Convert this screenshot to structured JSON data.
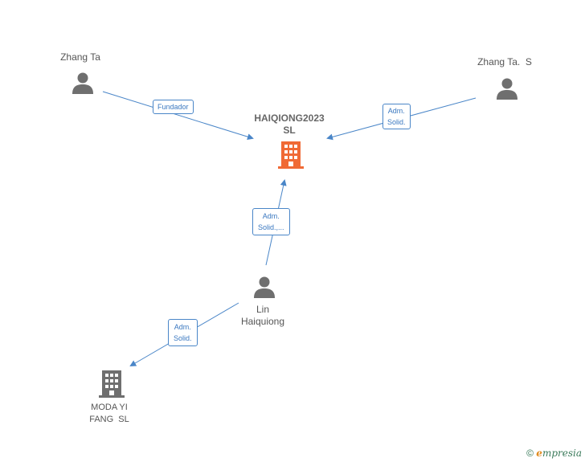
{
  "nodes": {
    "company_main": {
      "line1": "HAIQIONG2023",
      "line2": "SL"
    },
    "person_zhang_ta": {
      "line1": "Zhang Ta"
    },
    "person_zhang_ta_s": {
      "line1": "Zhang Ta.  S"
    },
    "person_lin": {
      "line1": "Lin",
      "line2": "Haiquiong"
    },
    "company_moda": {
      "line1": "MODA YI",
      "line2": "FANG  SL"
    }
  },
  "edges": {
    "zhang_to_main": {
      "line1": "Fundador"
    },
    "zhang_s_to_main": {
      "line1": "Adm.",
      "line2": "Solid."
    },
    "lin_to_main": {
      "line1": "Adm.",
      "line2": "Solid.,..."
    },
    "lin_to_moda": {
      "line1": "Adm.",
      "line2": "Solid."
    }
  },
  "footer": {
    "copyright": "©",
    "brand_e": "e",
    "brand_rest": "mpresia"
  },
  "colors": {
    "edge": "#4a86c8",
    "main_company": "#f06a35",
    "other_company": "#6f6f6f",
    "person": "#6f6f6f"
  }
}
